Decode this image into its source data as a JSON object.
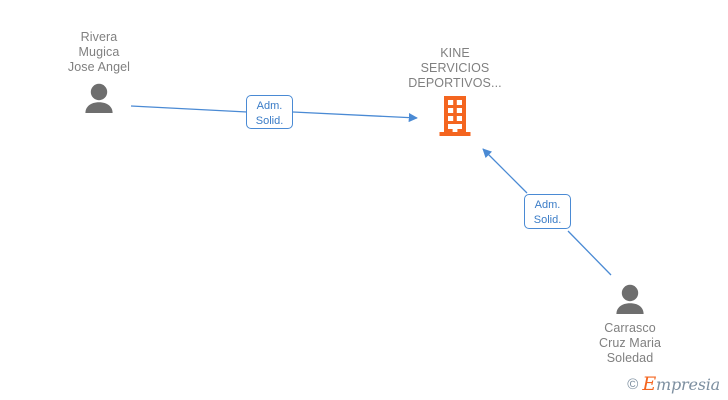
{
  "graph": {
    "nodes": [
      {
        "id": "person-rivera",
        "type": "person",
        "icon": "person-icon",
        "label": "Rivera\nMugica\nJose Angel",
        "label_position": "above",
        "color": "#6e6e6e"
      },
      {
        "id": "company-kine",
        "type": "company",
        "icon": "building-icon",
        "label": "KINE\nSERVICIOS\nDEPORTIVOS...",
        "label_position": "above",
        "color": "#f4651f"
      },
      {
        "id": "person-carrasco",
        "type": "person",
        "icon": "person-icon",
        "label": "Carrasco\nCruz Maria\nSoledad",
        "label_position": "below",
        "color": "#6e6e6e"
      }
    ],
    "edges": [
      {
        "id": "edge-1",
        "from": "person-rivera",
        "to": "company-kine",
        "label": "Adm.\nSolid.",
        "arrow": "to-company",
        "color": "#4a8ad4"
      },
      {
        "id": "edge-2",
        "from": "person-carrasco",
        "to": "company-kine",
        "label": "Adm.\nSolid.",
        "arrow": "to-company",
        "color": "#4a8ad4"
      }
    ]
  },
  "watermark": {
    "copyright_symbol": "©",
    "brand_initial": "E",
    "brand_rest": "mpresia",
    "brand_full": "Empresia",
    "accent_color": "#f4651f",
    "text_color": "#7d8fa0"
  },
  "colors": {
    "background": "#ffffff",
    "edge_blue": "#4a8ad4",
    "label_gray": "#808080",
    "company_orange": "#f4651f",
    "person_gray": "#6e6e6e"
  }
}
